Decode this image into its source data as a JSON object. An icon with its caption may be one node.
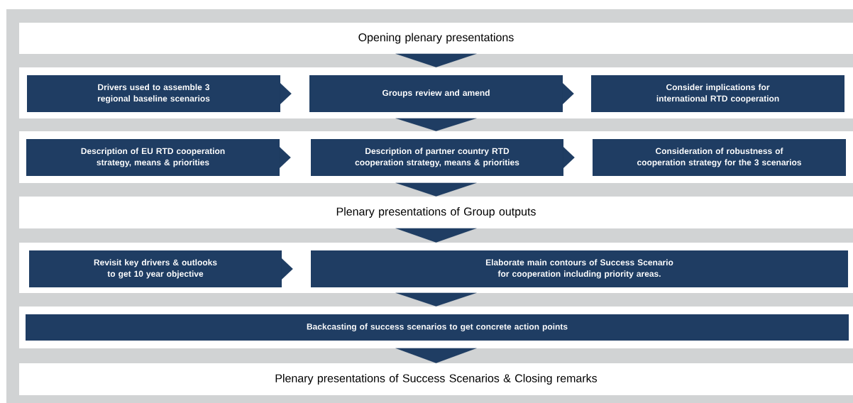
{
  "diagram": {
    "nodes": [
      {
        "text": [
          "Opening plenary presentations"
        ]
      },
      {
        "text": [],
        "shape": "box"
      },
      {
        "text": [
          "Drivers used to assemble 3 regional baseline scenarios"
        ],
        "in": 1
      },
      {
        "text": [
          "Groups review and amend"
        ],
        "in": 1
      },
      {
        "text": [
          "Consider implications for international RTD cooperation"
        ],
        "in": 1
      },
      {
        "text": [],
        "shape": "box"
      },
      {
        "text": [
          "Description of EU RTD cooperation strategy, means & priorities"
        ],
        "in": 5
      },
      {
        "text": [
          "Description of partner country RTD cooperation strategy, means & priorities"
        ],
        "in": 5
      },
      {
        "text": [
          "Consideration of robustness of cooperation strategy for the 3 scenarios"
        ],
        "in": 5
      },
      {
        "text": [
          "Plenary presentations of Group outputs"
        ]
      },
      {
        "text": [],
        "shape": "box"
      },
      {
        "text": [
          "Revisit key drivers & outlooks to get 10 year objective"
        ],
        "in": 10
      },
      {
        "text": [
          "Elaborate main contours of Success Scenario for cooperation including priority areas."
        ],
        "in": 10
      },
      {
        "text": [],
        "shape": "box"
      },
      {
        "text": [
          "Backcasting of success scenarios to get concrete action points"
        ],
        "in": 13
      },
      {
        "text": [
          "Plenary presentations of Success Scenarios & Closing remarks"
        ]
      }
    ],
    "edges": [
      {
        "from": 0,
        "to": 1,
        "arrow": "to"
      },
      {
        "from": 2,
        "to": 3,
        "arrow": "to"
      },
      {
        "from": 3,
        "to": 4,
        "arrow": "to"
      },
      {
        "from": 1,
        "to": 5,
        "arrow": "to"
      },
      {
        "from": 6,
        "to": 7,
        "arrow": "to"
      },
      {
        "from": 7,
        "to": 8,
        "arrow": "to"
      },
      {
        "from": 5,
        "to": 9,
        "arrow": "to"
      },
      {
        "from": 9,
        "to": 10,
        "arrow": "to"
      },
      {
        "from": 11,
        "to": 12,
        "arrow": "to"
      },
      {
        "from": 10,
        "to": 13,
        "arrow": "to"
      },
      {
        "from": 13,
        "to": 15,
        "arrow": "to"
      }
    ]
  }
}
